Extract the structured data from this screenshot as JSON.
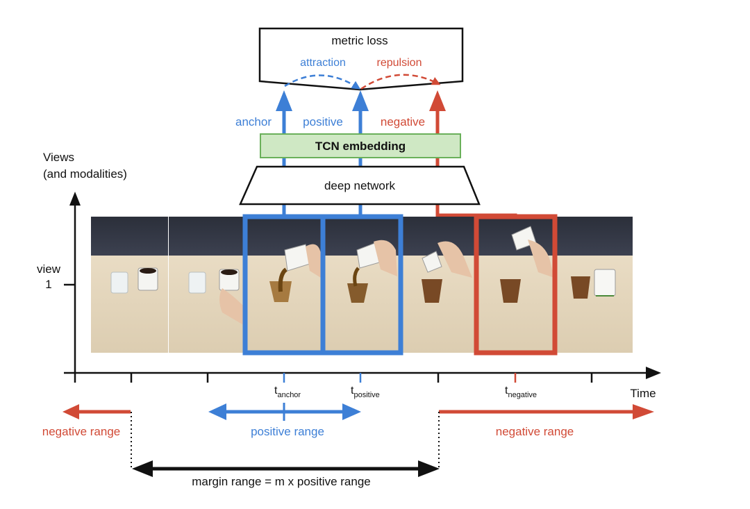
{
  "colors": {
    "blue": "#3d7fd6",
    "red": "#d14a36",
    "black": "#111111",
    "green_fill": "#cfe8c4",
    "green_stroke": "#6ab05a"
  },
  "labels": {
    "metric_loss": "metric loss",
    "attraction": "attraction",
    "repulsion": "repulsion",
    "anchor": "anchor",
    "positive": "positive",
    "negative": "negative",
    "tcn_embedding": "TCN embedding",
    "deep_network": "deep network",
    "views_line1": "Views",
    "views_line2": "(and modalities)",
    "view_line1": "view",
    "view_line2": "1",
    "time": "Time",
    "t": "t",
    "anchor_sub": "anchor",
    "positive_sub": "positive",
    "negative_sub": "negative",
    "negative_range_left": "negative range",
    "positive_range": "positive range",
    "negative_range_right": "negative range",
    "margin_range": "margin range = m x positive range"
  },
  "frames": [
    {
      "name": "frame-1",
      "desc": "empty glass and cup of dark liquid"
    },
    {
      "name": "frame-2",
      "desc": "hand reaching for cup"
    },
    {
      "name": "frame-3",
      "desc": "pouring liquid (anchor)"
    },
    {
      "name": "frame-4",
      "desc": "pouring liquid (positive)"
    },
    {
      "name": "frame-5",
      "desc": "cup tilted after pouring"
    },
    {
      "name": "frame-6",
      "desc": "cup lifted away (negative)"
    },
    {
      "name": "frame-7",
      "desc": "filled glass and empty cup"
    }
  ]
}
